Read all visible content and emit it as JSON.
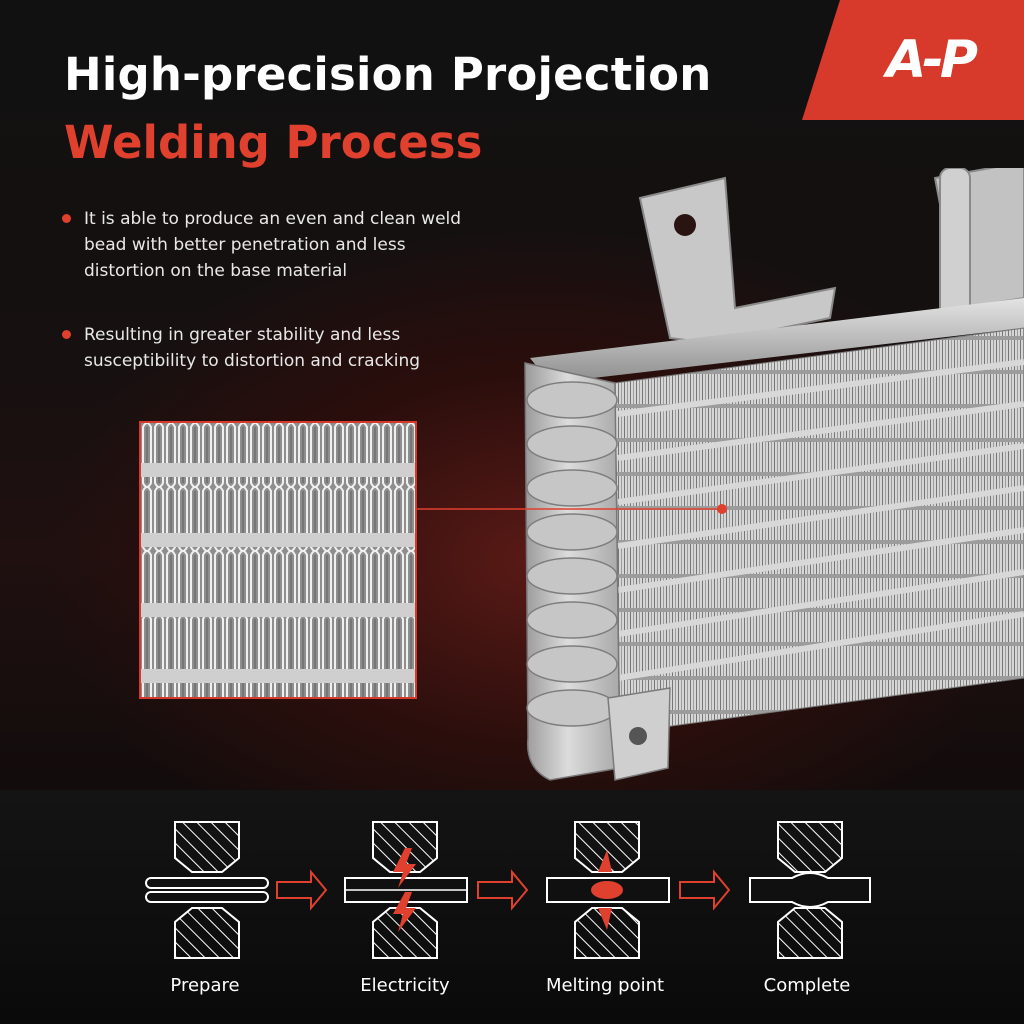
{
  "brand": {
    "logo": "A-P",
    "accent": "#e0402e"
  },
  "header": {
    "title_line1": "High-precision Projection",
    "title_line2": "Welding Process"
  },
  "bullets": [
    {
      "text": "It is able to produce an even and clean weld bead with better penetration and less distortion on the base material"
    },
    {
      "text": "Resulting in greater stability and less susceptibility to distortion and cracking"
    }
  ],
  "process": {
    "steps": [
      {
        "label": "Prepare"
      },
      {
        "label": "Electricity"
      },
      {
        "label": "Melting point"
      },
      {
        "label": "Complete"
      }
    ]
  }
}
